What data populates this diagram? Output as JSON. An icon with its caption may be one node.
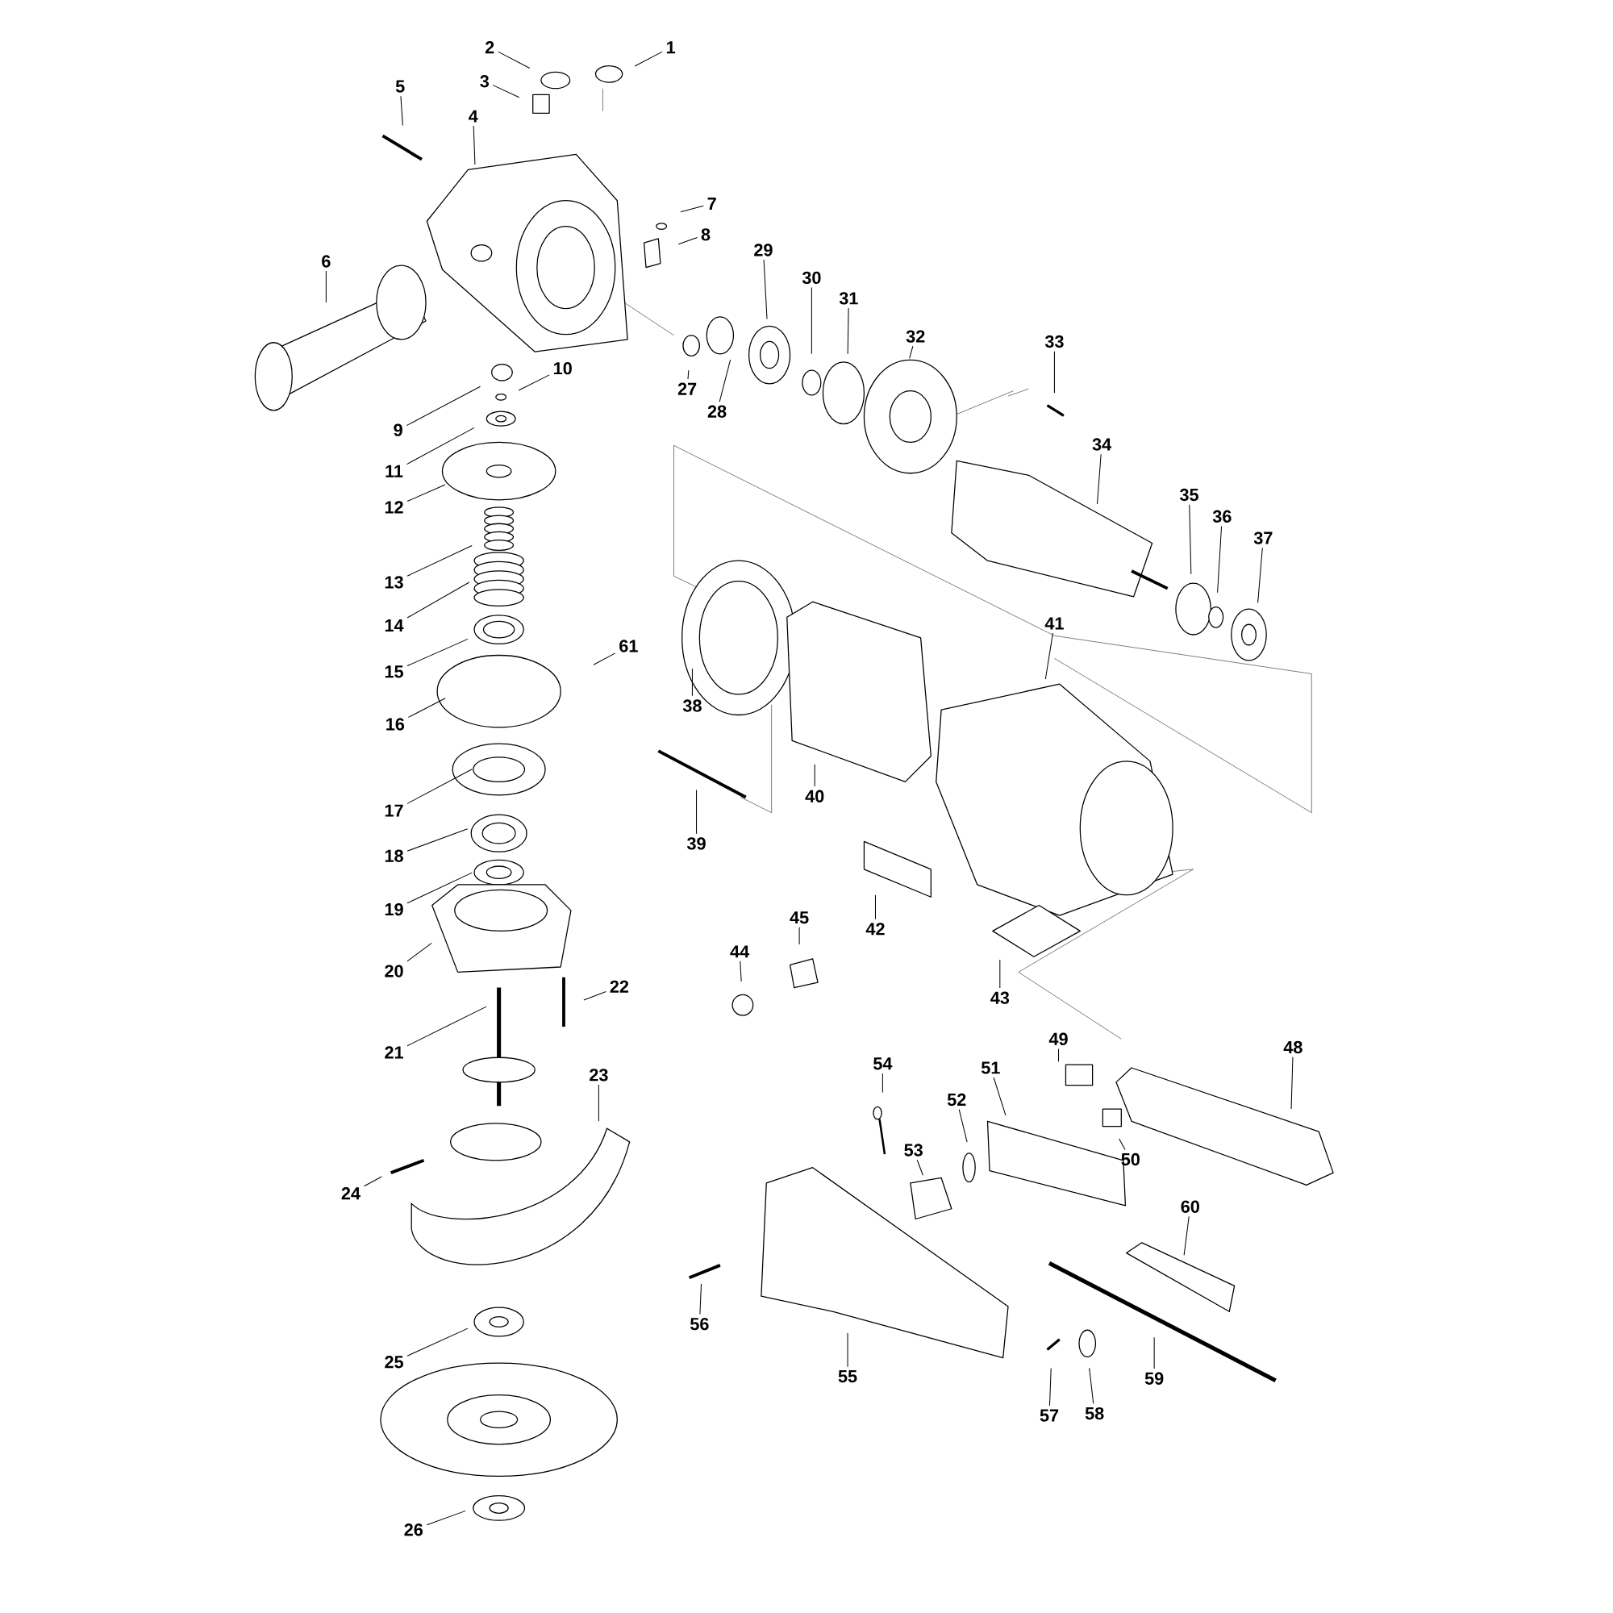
{
  "diagram": {
    "nodes": [
      {
        "text": [
          "1"
        ]
      },
      {
        "text": [
          "2"
        ]
      },
      {
        "text": [
          "3"
        ]
      },
      {
        "text": [
          "4"
        ]
      },
      {
        "text": [
          "5"
        ]
      },
      {
        "text": [
          "6"
        ]
      },
      {
        "text": [
          "7"
        ]
      },
      {
        "text": [
          "8"
        ]
      },
      {
        "text": [
          "9"
        ]
      },
      {
        "text": [
          "10"
        ]
      },
      {
        "text": [
          "11"
        ]
      },
      {
        "text": [
          "12"
        ]
      },
      {
        "text": [
          "13"
        ]
      },
      {
        "text": [
          "14"
        ]
      },
      {
        "text": [
          "15"
        ]
      },
      {
        "text": [
          "16"
        ]
      },
      {
        "text": [
          "17"
        ]
      },
      {
        "text": [
          "18"
        ]
      },
      {
        "text": [
          "19"
        ]
      },
      {
        "text": [
          "20"
        ]
      },
      {
        "text": [
          "21"
        ]
      },
      {
        "text": [
          "22"
        ]
      },
      {
        "text": [
          "23"
        ]
      },
      {
        "text": [
          "24"
        ]
      },
      {
        "text": [
          "25"
        ]
      },
      {
        "text": [
          "26"
        ]
      },
      {
        "text": [
          "27"
        ]
      },
      {
        "text": [
          "28"
        ]
      },
      {
        "text": [
          "29"
        ]
      },
      {
        "text": [
          "30"
        ]
      },
      {
        "text": [
          "31"
        ]
      },
      {
        "text": [
          "32"
        ]
      },
      {
        "text": [
          "33"
        ]
      },
      {
        "text": [
          "34"
        ]
      },
      {
        "text": [
          "35"
        ]
      },
      {
        "text": [
          "36"
        ]
      },
      {
        "text": [
          "37"
        ]
      },
      {
        "text": [
          "38"
        ]
      },
      {
        "text": [
          "39"
        ]
      },
      {
        "text": [
          "40"
        ]
      },
      {
        "text": [
          "41"
        ]
      },
      {
        "text": [
          "42"
        ]
      },
      {
        "text": [
          "43"
        ]
      },
      {
        "text": [
          "44"
        ]
      },
      {
        "text": [
          "45"
        ]
      },
      {
        "text": [
          "48"
        ]
      },
      {
        "text": [
          "49"
        ]
      },
      {
        "text": [
          "50"
        ]
      },
      {
        "text": [
          "51"
        ]
      },
      {
        "text": [
          "52"
        ]
      },
      {
        "text": [
          "53"
        ]
      },
      {
        "text": [
          "54"
        ]
      },
      {
        "text": [
          "55"
        ]
      },
      {
        "text": [
          "56"
        ]
      },
      {
        "text": [
          "57"
        ]
      },
      {
        "text": [
          "58"
        ]
      },
      {
        "text": [
          "59"
        ]
      },
      {
        "text": [
          "60"
        ]
      },
      {
        "text": [
          "61"
        ]
      }
    ],
    "edges": [
      {
        "from": 0,
        "to": null,
        "arrow": "none"
      },
      {
        "from": 1,
        "to": null,
        "arrow": "none"
      },
      {
        "from": 2,
        "to": null,
        "arrow": "none"
      },
      {
        "from": 3,
        "to": null,
        "arrow": "none"
      },
      {
        "from": 4,
        "to": null,
        "arrow": "none"
      },
      {
        "from": 5,
        "to": null,
        "arrow": "none"
      },
      {
        "from": 6,
        "to": null,
        "arrow": "none"
      },
      {
        "from": 7,
        "to": null,
        "arrow": "none"
      },
      {
        "from": 8,
        "to": null,
        "arrow": "none"
      },
      {
        "from": 9,
        "to": null,
        "arrow": "none"
      },
      {
        "from": 10,
        "to": null,
        "arrow": "none"
      },
      {
        "from": 11,
        "to": null,
        "arrow": "none"
      },
      {
        "from": 12,
        "to": null,
        "arrow": "none"
      },
      {
        "from": 13,
        "to": null,
        "arrow": "none"
      },
      {
        "from": 14,
        "to": null,
        "arrow": "none"
      },
      {
        "from": 15,
        "to": null,
        "arrow": "none"
      },
      {
        "from": 16,
        "to": null,
        "arrow": "none"
      },
      {
        "from": 17,
        "to": null,
        "arrow": "none"
      },
      {
        "from": 18,
        "to": null,
        "arrow": "none"
      },
      {
        "from": 19,
        "to": null,
        "arrow": "none"
      },
      {
        "from": 20,
        "to": null,
        "arrow": "none"
      },
      {
        "from": 21,
        "to": null,
        "arrow": "none"
      },
      {
        "from": 22,
        "to": null,
        "arrow": "none"
      },
      {
        "from": 23,
        "to": null,
        "arrow": "none"
      },
      {
        "from": 24,
        "to": null,
        "arrow": "none"
      },
      {
        "from": 25,
        "to": null,
        "arrow": "none"
      },
      {
        "from": 26,
        "to": null,
        "arrow": "none"
      },
      {
        "from": 27,
        "to": null,
        "arrow": "none"
      },
      {
        "from": 28,
        "to": null,
        "arrow": "none"
      },
      {
        "from": 29,
        "to": null,
        "arrow": "none"
      },
      {
        "from": 30,
        "to": null,
        "arrow": "none"
      },
      {
        "from": 31,
        "to": null,
        "arrow": "none"
      },
      {
        "from": 32,
        "to": null,
        "arrow": "none"
      },
      {
        "from": 33,
        "to": null,
        "arrow": "none"
      },
      {
        "from": 34,
        "to": null,
        "arrow": "none"
      },
      {
        "from": 35,
        "to": null,
        "arrow": "none"
      },
      {
        "from": 36,
        "to": null,
        "arrow": "none"
      },
      {
        "from": 37,
        "to": null,
        "arrow": "none"
      },
      {
        "from": 38,
        "to": null,
        "arrow": "none"
      },
      {
        "from": 39,
        "to": null,
        "arrow": "none"
      },
      {
        "from": 40,
        "to": null,
        "arrow": "none"
      },
      {
        "from": 41,
        "to": null,
        "arrow": "none"
      },
      {
        "from": 42,
        "to": null,
        "arrow": "none"
      },
      {
        "from": 43,
        "to": null,
        "arrow": "none"
      },
      {
        "from": 44,
        "to": null,
        "arrow": "none"
      },
      {
        "from": 45,
        "to": null,
        "arrow": "none"
      },
      {
        "from": 46,
        "to": null,
        "arrow": "none"
      },
      {
        "from": 47,
        "to": null,
        "arrow": "none"
      },
      {
        "from": 48,
        "to": null,
        "arrow": "none"
      },
      {
        "from": 49,
        "to": null,
        "arrow": "none"
      },
      {
        "from": 50,
        "to": null,
        "arrow": "none"
      },
      {
        "from": 51,
        "to": null,
        "arrow": "none"
      },
      {
        "from": 52,
        "to": null,
        "arrow": "none"
      },
      {
        "from": 53,
        "to": null,
        "arrow": "none"
      },
      {
        "from": 54,
        "to": null,
        "arrow": "none"
      },
      {
        "from": 55,
        "to": null,
        "arrow": "none"
      },
      {
        "from": 56,
        "to": null,
        "arrow": "none"
      },
      {
        "from": 57,
        "to": null,
        "arrow": "none"
      },
      {
        "from": 58,
        "to": null,
        "arrow": "none"
      }
    ]
  }
}
